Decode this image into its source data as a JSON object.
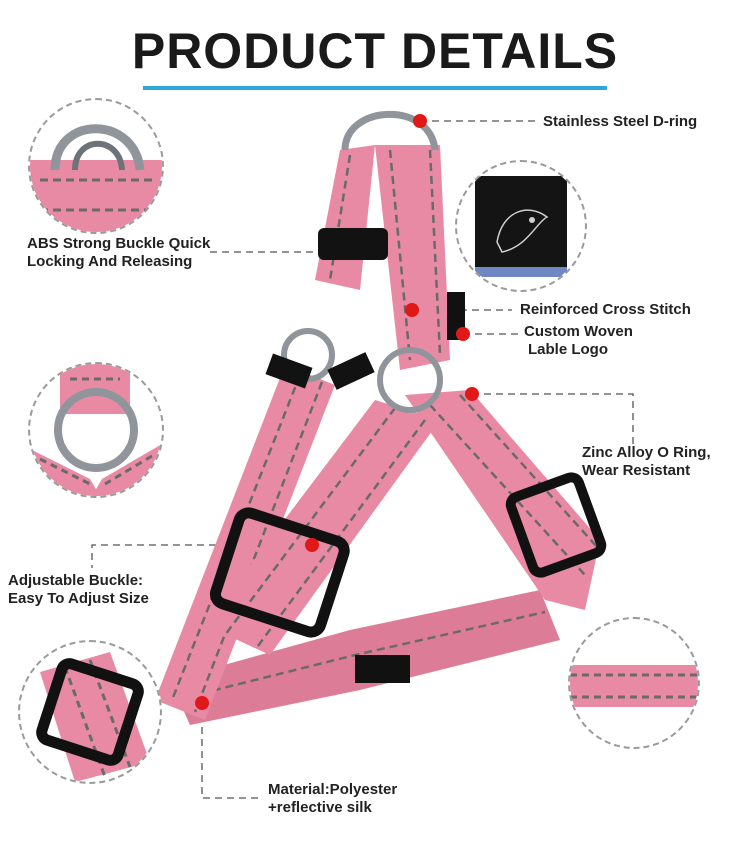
{
  "title": "PRODUCT DETAILS",
  "colors": {
    "accent_bar": "#2ea8dc",
    "strap_pink": "#e98aa4",
    "strap_dark_pink": "#c8647f",
    "reflective_stitch": "#6a6a6a",
    "marker_red": "#e01818",
    "buckle_black": "#111111",
    "ring_steel": "#9aa0a6"
  },
  "callouts": {
    "d_ring": "Stainless Steel D-ring",
    "abs_buckle_line1": "ABS Strong Buckle Quick",
    "abs_buckle_line2": "Locking And Releasing",
    "cross_stitch": "Reinforced Cross Stitch",
    "woven_logo_line1": "Custom Woven",
    "woven_logo_line2": "Lable Logo",
    "o_ring_line1": "Zinc Alloy O Ring,",
    "o_ring_line2": "Wear Resistant",
    "adjustable_line1": "Adjustable Buckle:",
    "adjustable_line2": "Easy To Adjust Size",
    "material_line1": "Material:Polyester",
    "material_line2": "+reflective silk"
  }
}
